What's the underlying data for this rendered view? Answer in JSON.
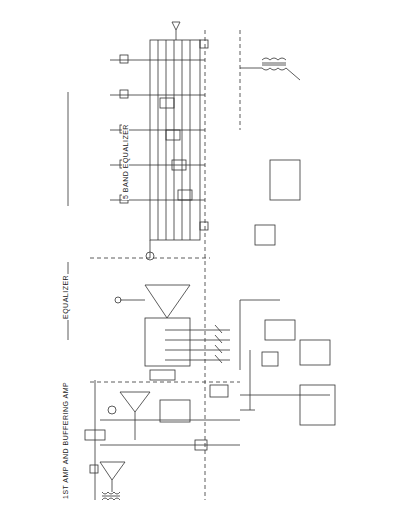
{
  "diagram": {
    "labels": [
      "5 BAND EQUALIZER",
      "EQUALIZER",
      "1ST AMP AND BUFFERING AMP"
    ]
  }
}
